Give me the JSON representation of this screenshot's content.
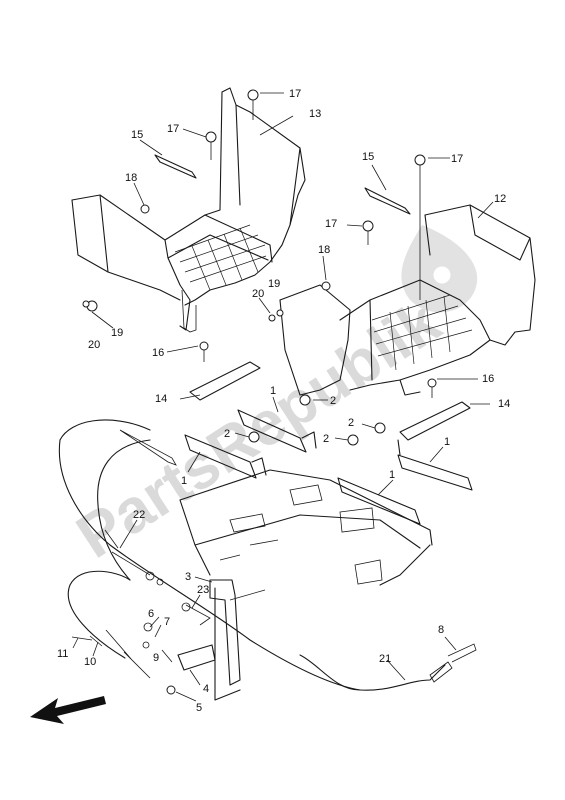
{
  "diagram": {
    "watermark": "PartsRepublik",
    "callouts": [
      "1",
      "2",
      "3",
      "4",
      "5",
      "6",
      "7",
      "8",
      "9",
      "10",
      "11",
      "12",
      "13",
      "14",
      "15",
      "16",
      "17",
      "18",
      "19",
      "20",
      "21",
      "22",
      "23"
    ]
  }
}
